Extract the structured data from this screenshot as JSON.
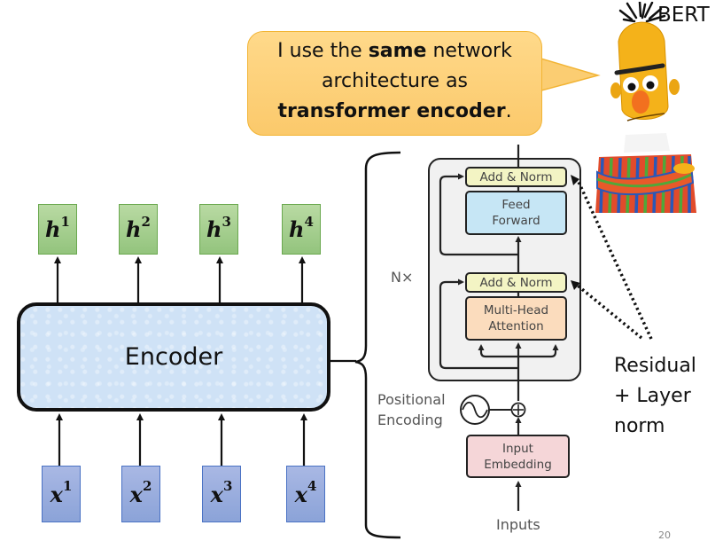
{
  "speech_bubble": {
    "line1_pre": "I use the ",
    "line1_bold": "same",
    "line1_post": " network",
    "line2": "architecture as",
    "line3_bold": "transformer encoder",
    "line3_post": "."
  },
  "character": {
    "name": "BERT",
    "image_description": "bert-puppet"
  },
  "outputs": [
    {
      "base": "h",
      "sup": "1"
    },
    {
      "base": "h",
      "sup": "2"
    },
    {
      "base": "h",
      "sup": "3"
    },
    {
      "base": "h",
      "sup": "4"
    }
  ],
  "inputs": [
    {
      "base": "x",
      "sup": "1"
    },
    {
      "base": "x",
      "sup": "2"
    },
    {
      "base": "x",
      "sup": "3"
    },
    {
      "base": "x",
      "sup": "4"
    }
  ],
  "encoder": {
    "label": "Encoder"
  },
  "transformer": {
    "repeat_label": "N×",
    "add_norm_top": "Add & Norm",
    "feed_forward": [
      "Feed",
      "Forward"
    ],
    "add_norm_bottom": "Add & Norm",
    "multi_head_attention": [
      "Multi-Head",
      "Attention"
    ],
    "positional_encoding": [
      "Positional",
      "Encoding"
    ],
    "input_embedding": [
      "Input",
      "Embedding"
    ],
    "inputs_label": "Inputs"
  },
  "annotation": {
    "lines": [
      "Residual",
      "+ Layer",
      "norm"
    ]
  },
  "colors": {
    "bubble_fill": "#fbcd72",
    "bubble_border": "#f2b434",
    "output_box": "#a6cf8e",
    "input_box": "#97abdd",
    "encoder_fill": "#cfe2f6",
    "add_norm": "#f3f4c4",
    "feed_forward": "#c6e6f5",
    "attention": "#fbdcbd",
    "embedding": "#f5d6d8"
  },
  "page_number": "20"
}
